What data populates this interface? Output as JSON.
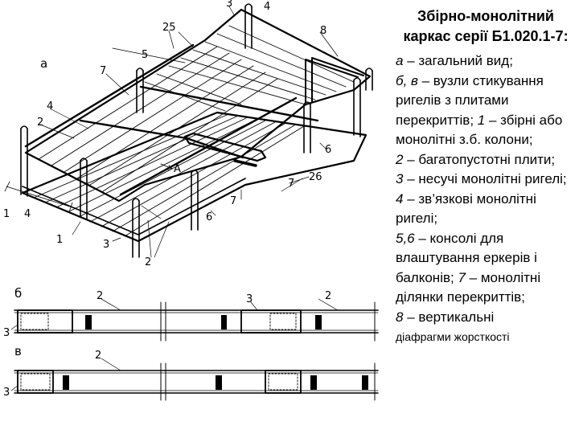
{
  "caption": {
    "title": "Збірно-монолітний каркас серії Б1.020.1-7:",
    "items": [
      {
        "key": "а",
        "text": " – загальний вид;"
      },
      {
        "key": "б, в",
        "text": " – вузли стикування ригелів з плитами перекриттів;"
      },
      {
        "key": "1",
        "text": " – збірні або монолітні з.б. колони;"
      },
      {
        "key": "2",
        "text": " – багатопустотні плити;"
      },
      {
        "key": "3",
        "text": " – несучі  монолітні ригелі;"
      },
      {
        "key": "4",
        "text": " – зв’язкові монолітні ригелі;"
      },
      {
        "key": "5,6",
        "text": " – консолі для влаштування еркерів і балконів;"
      },
      {
        "key": "7",
        "text": " – монолітні ділянки перекриттів;"
      },
      {
        "key": "8",
        "text": " – вертикальні"
      }
    ],
    "tail": "діафрагми жорсткості"
  },
  "drawing": {
    "view_labels": {
      "a": "а",
      "b": "б",
      "v": "в"
    },
    "callouts": {
      "top_3": "3",
      "top_4": "4",
      "top_25": "25",
      "top_8": "8",
      "left_7": "7",
      "left_4": "4",
      "left_2": "2",
      "left_1a": "1",
      "left_4b": "4",
      "left_1b": "1",
      "mid_A": "А",
      "mid_5": "5",
      "right_6": "6",
      "right_26": "26",
      "right_7a": "7",
      "right_7b": "7",
      "low_6": "6",
      "low_3": "3",
      "low_2": "2",
      "b_2a": "2",
      "b_3": "3",
      "b_2b": "2",
      "b_3left": "3",
      "v_2": "2",
      "v_3left": "3"
    }
  }
}
